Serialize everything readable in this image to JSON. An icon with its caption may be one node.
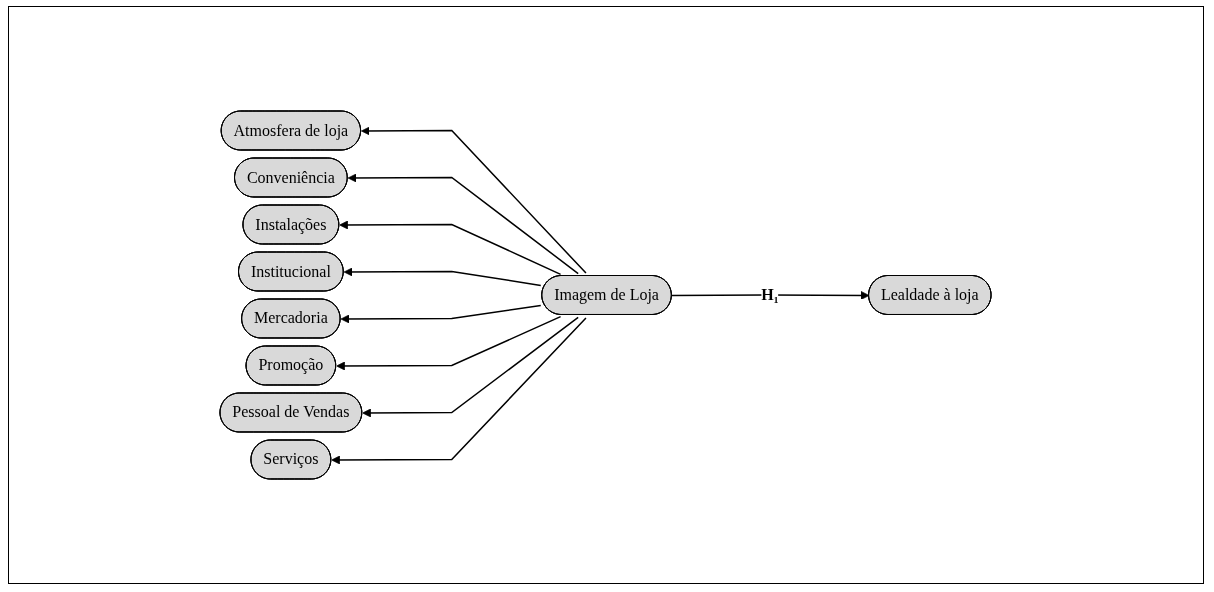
{
  "diagram": {
    "nodes": [
      {
        "text": [
          "Atmosfera de loja"
        ]
      },
      {
        "text": [
          "Conveniência"
        ]
      },
      {
        "text": [
          "Instalações"
        ]
      },
      {
        "text": [
          "Institucional"
        ]
      },
      {
        "text": [
          "Mercadoria"
        ]
      },
      {
        "text": [
          "Promoção"
        ]
      },
      {
        "text": [
          "Pessoal de Vendas"
        ]
      },
      {
        "text": [
          "Serviços"
        ]
      },
      {
        "text": [
          "Imagem de Loja"
        ]
      },
      {
        "text": [
          "Lealdade à loja"
        ]
      }
    ],
    "edges": [
      {
        "from": 8,
        "to": 0,
        "arrow": "to"
      },
      {
        "from": 8,
        "to": 1,
        "arrow": "to"
      },
      {
        "from": 8,
        "to": 2,
        "arrow": "to"
      },
      {
        "from": 8,
        "to": 3,
        "arrow": "to"
      },
      {
        "from": 8,
        "to": 4,
        "arrow": "to"
      },
      {
        "from": 8,
        "to": 5,
        "arrow": "to"
      },
      {
        "from": 8,
        "to": 6,
        "arrow": "to"
      },
      {
        "from": 8,
        "to": 7,
        "arrow": "to"
      },
      {
        "from": 8,
        "to": 9,
        "arrow": "to",
        "label": "H₁"
      }
    ]
  }
}
